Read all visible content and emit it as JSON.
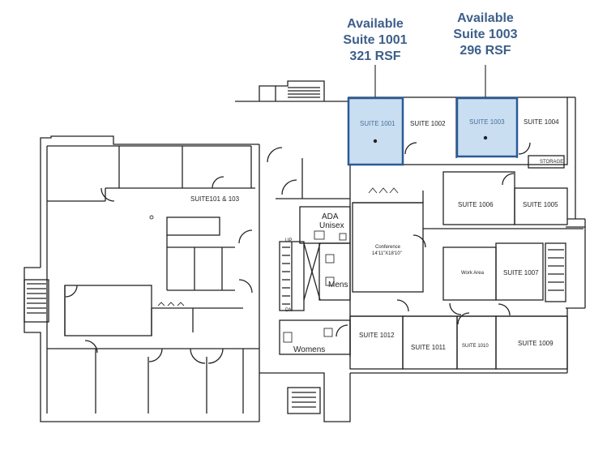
{
  "callouts": {
    "left": {
      "line1": "Available",
      "line2": "Suite 1001",
      "line3": "321 RSF"
    },
    "right": {
      "line1": "Available",
      "line2": "Suite 1003",
      "line3": "296 RSF"
    }
  },
  "rooms": {
    "suite_1001": "SUITE 1001",
    "suite_1002": "SUITE 1002",
    "suite_1003": "SUITE 1003",
    "suite_1004": "SUITE 1004",
    "storage": "STORAGE",
    "suite_101_103": "SUITE101 & 103",
    "ada_line1": "ADA",
    "ada_line2": "Unisex",
    "suite_1006": "SUITE 1006",
    "suite_1005": "SUITE 1005",
    "conference": "Conference",
    "conference_dim": "14'11\"X18'10\"",
    "work_area": "Work Area",
    "suite_1007": "SUITE 1007",
    "mens": "Mens",
    "womens": "Womens",
    "suite_1012": "SUITE 1012",
    "suite_1011": "SUITE 1011",
    "suite_1010": "SUITE 1010",
    "suite_1009": "SUITE 1009",
    "stair_up": "UP",
    "stair_dn": "DN"
  },
  "colors": {
    "highlight_fill": "#c9def0",
    "highlight_stroke": "#2a5a99",
    "callout_text": "#3d5f8a",
    "wall": "#222222"
  }
}
